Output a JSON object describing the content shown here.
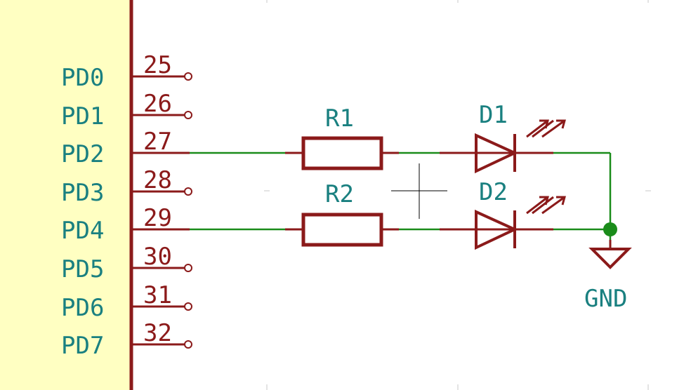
{
  "schematic": {
    "ic_pins": [
      {
        "name": "PD0",
        "number": "25",
        "connected": false
      },
      {
        "name": "PD1",
        "number": "26",
        "connected": false
      },
      {
        "name": "PD2",
        "number": "27",
        "connected": true
      },
      {
        "name": "PD3",
        "number": "28",
        "connected": false
      },
      {
        "name": "PD4",
        "number": "29",
        "connected": true
      },
      {
        "name": "PD5",
        "number": "30",
        "connected": false
      },
      {
        "name": "PD6",
        "number": "31",
        "connected": false
      },
      {
        "name": "PD7",
        "number": "32",
        "connected": false
      }
    ],
    "resistors": [
      {
        "ref": "R1"
      },
      {
        "ref": "R2"
      }
    ],
    "leds": [
      {
        "ref": "D1"
      },
      {
        "ref": "D2"
      }
    ],
    "ground": {
      "label": "GND"
    },
    "colors": {
      "ic_body": "#ffffc2",
      "symbol": "#8b1a1a",
      "wire": "#1a8c1a",
      "text": "#1a8080",
      "junction": "#1a8c1a",
      "background": "#ffffff"
    }
  }
}
